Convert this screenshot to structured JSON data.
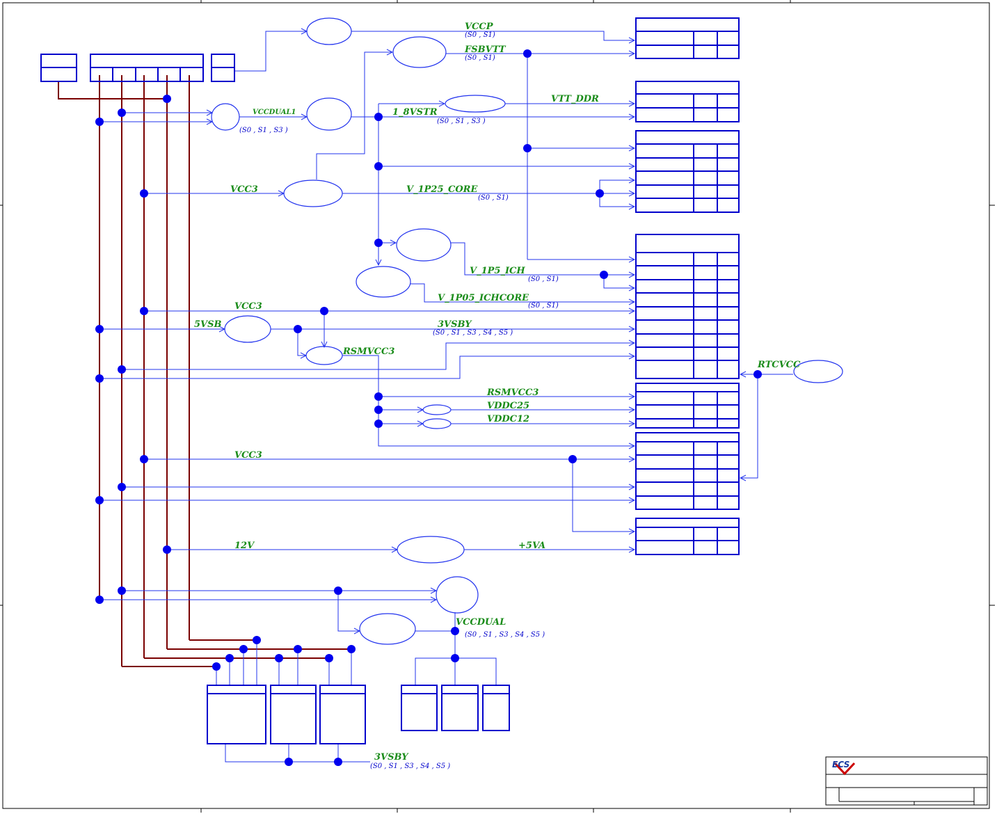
{
  "nets": {
    "vccp": "VCCP",
    "fsbvtt": "FSBVTT",
    "vtt_ddr": "VTT_DDR",
    "vccdual1": "VCCDUAL1",
    "n1_8vstr": "1_8VSTR",
    "vcc3_a": "VCC3",
    "v_1p25_core": "V_1P25_CORE",
    "v_1p5_ich": "V_1P5_ICH",
    "v_1p05_ichcore": "V_1P05_ICHCORE",
    "vcc3_b": "VCC3",
    "n5vsb": "5VSB",
    "n3vsby": "3VSBY",
    "rsmvcc3_a": "RSMVCC3",
    "rtcvcc": "RTCVCC",
    "rsmvcc3_b": "RSMVCC3",
    "vddc25": "VDDC25",
    "vddc12": "VDDC12",
    "vcc3_c": "VCC3",
    "n12v": "12V",
    "p5va": "+5VA",
    "vccdual": "VCCDUAL",
    "n3vsby_b": "3VSBY"
  },
  "states": {
    "vccp": "(S0 , S1)",
    "fsbvtt": "(S0 , S1)",
    "vccdual1": "(S0 , S1 , S3 )",
    "n1_8vstr": "(S0 , S1 , S3 )",
    "v_1p25_core": "(S0 , S1)",
    "v_1p5_ich": "(S0 , S1)",
    "v_1p05_ichcore": "(S0 , S1)",
    "n3vsby": "(S0 , S1 , S3 , S4 , S5 )",
    "vccdual": "(S0 , S1 , S3 , S4 , S5 )",
    "n3vsby_b": "(S0 , S1 , S3 , S4 , S5 )"
  },
  "title_block": {
    "logo": "ECS"
  },
  "colors": {
    "wire": "#2233ee",
    "bus": "#7a0000",
    "label": "#1a8c1a",
    "state": "#0000cc",
    "dot": "#0000ee"
  }
}
